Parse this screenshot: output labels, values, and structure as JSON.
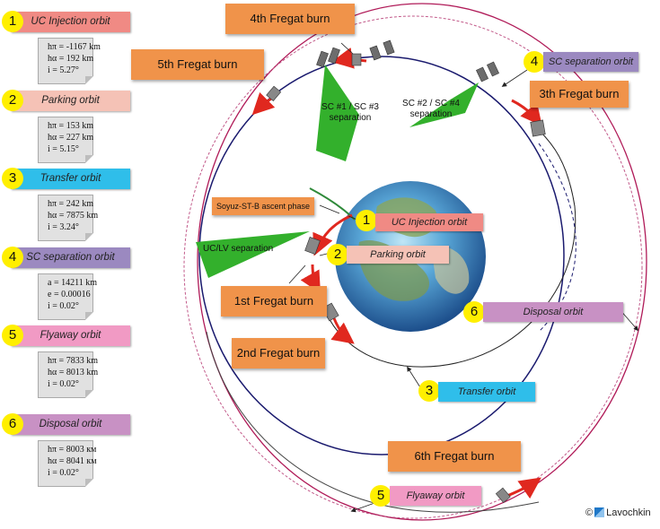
{
  "legend": [
    {
      "num": "1",
      "title": "UC Injection orbit",
      "color": "#f08a84",
      "params": [
        "hπ = -1167 km",
        "hα = 192 km",
        "i = 5.27°"
      ]
    },
    {
      "num": "2",
      "title": "Parking orbit",
      "color": "#f5c2b6",
      "params": [
        "hπ = 153 km",
        "hα = 227 km",
        "i = 5.15°"
      ]
    },
    {
      "num": "3",
      "title": "Transfer orbit",
      "color": "#2fbeea",
      "params": [
        "hπ = 242 km",
        "hα = 7875 km",
        "i = 3.24°"
      ]
    },
    {
      "num": "4",
      "title": "SC separation orbit",
      "color": "#9b89c0",
      "params": [
        "a = 14211 km",
        "e = 0.00016",
        "i = 0.02°"
      ]
    },
    {
      "num": "5",
      "title": "Flyaway orbit",
      "color": "#f19ac4",
      "params": [
        "hπ = 7833 km",
        "hα = 8013 km",
        "i = 0.02°"
      ]
    },
    {
      "num": "6",
      "title": "Disposal orbit",
      "color": "#c891c4",
      "params": [
        "hπ = 8003 км",
        "hα = 8041 км",
        "i = 0.02°"
      ]
    }
  ],
  "burns": {
    "first": "1st Fregat burn",
    "second": "2nd Fregat burn",
    "third": "3th Fregat burn",
    "fourth": "4th Fregat burn",
    "fifth": "5th Fregat burn",
    "sixth": "6th Fregat burn"
  },
  "orbit_tags": {
    "injection": {
      "num": "1",
      "label": "UC Injection orbit"
    },
    "parking": {
      "num": "2",
      "label": "Parking orbit"
    },
    "transfer": {
      "num": "3",
      "label": "Transfer orbit"
    },
    "separation": {
      "num": "4",
      "label": "SC separation orbit"
    },
    "flyaway": {
      "num": "5",
      "label": "Flyaway orbit"
    },
    "disposal": {
      "num": "6",
      "label": "Disposal orbit"
    }
  },
  "events": {
    "ascent": "Soyuz-ST-B ascent phase",
    "uc_lv_sep": "UC/LV separation",
    "sc12_sep_line1": "SC #1 / SC #3",
    "sc12_sep_line2": "separation",
    "sc34_sep_line1": "SC #2 / SC #4",
    "sc34_sep_line2": "separation"
  },
  "logo": {
    "copyright": "©",
    "name": "Lavochkin"
  },
  "colors": {
    "burn": "#f0934a",
    "burn_arc": "#e0281f",
    "pointer": "#33b02c",
    "orbit_outer": "#b01a58",
    "orbit_mid": "#1a1a6e",
    "highlight": "#ffef00"
  }
}
